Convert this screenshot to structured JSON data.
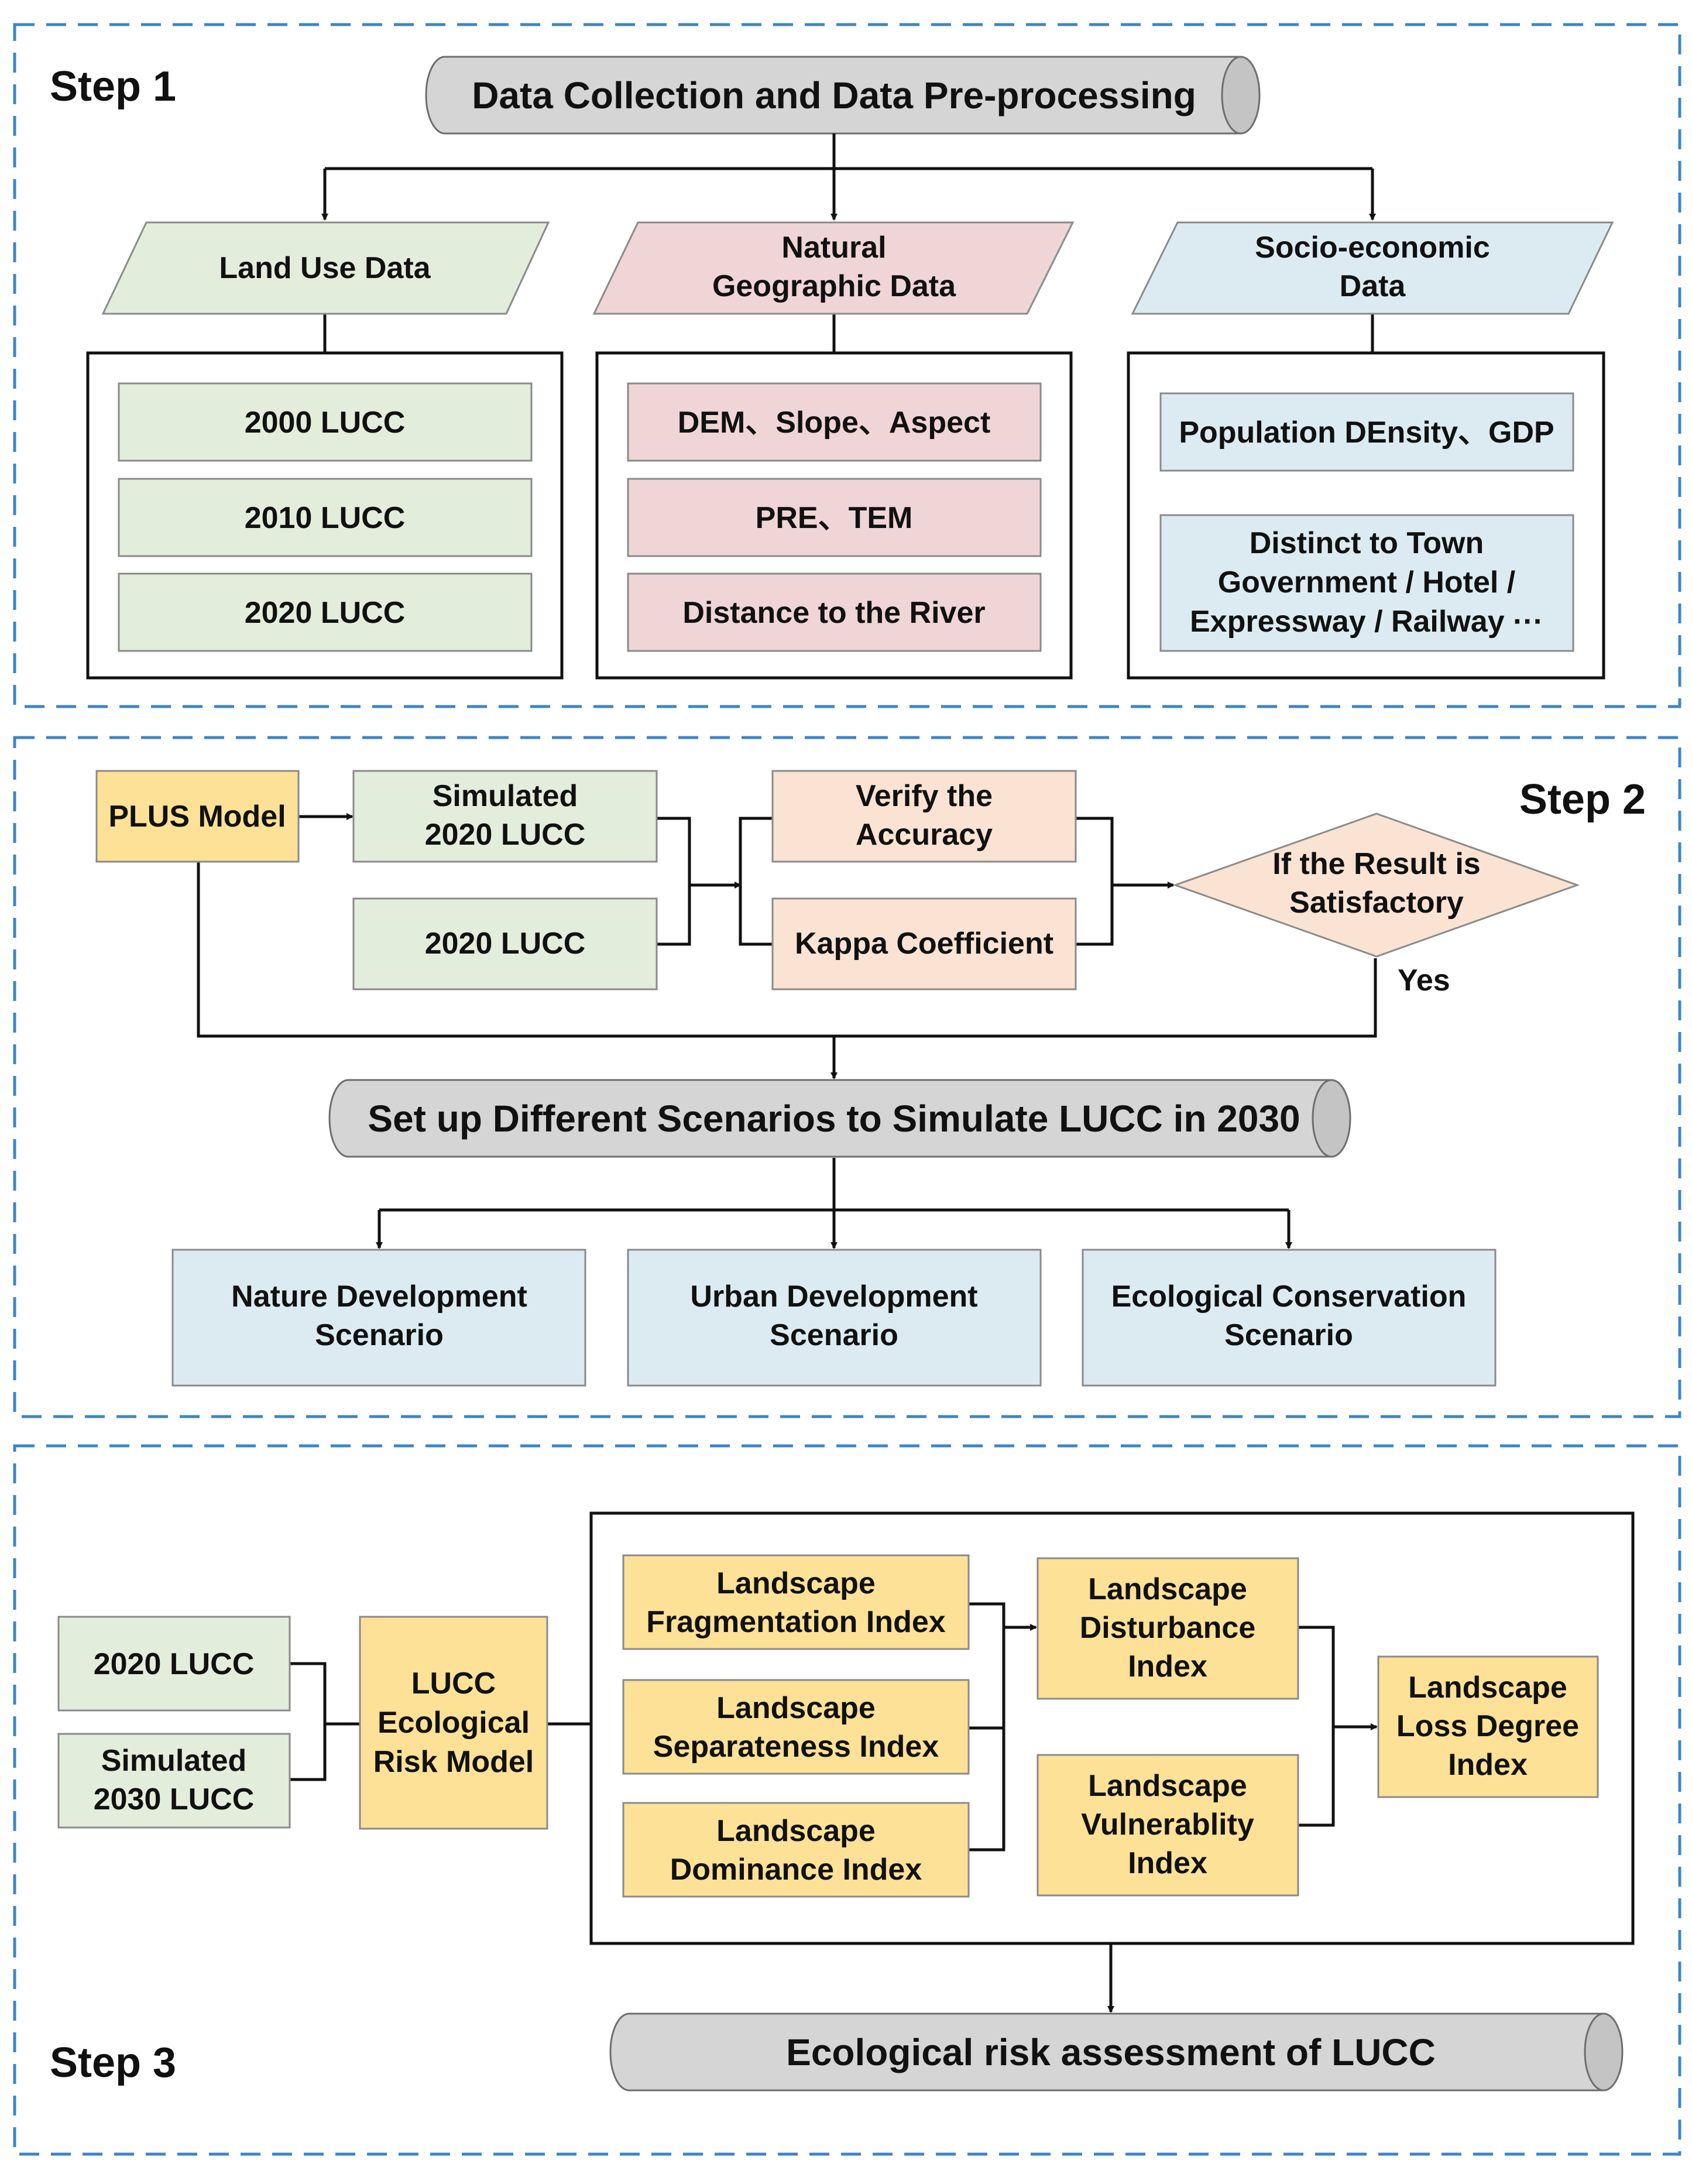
{
  "colors": {
    "section_border": "#3d85c8",
    "green_fill": "#e3eddb",
    "pink_fill": "#efd5d5",
    "blue_fill": "#dcebf2",
    "peach_fill": "#fae3d3",
    "gold_fill": "#fce196",
    "banner_fill": "#d5d5d5"
  },
  "step1": {
    "label": "Step 1",
    "banner": "Data Collection and Data Pre-processing",
    "categories": [
      {
        "title_lines": [
          "Land Use Data"
        ],
        "items": [
          [
            "2000 LUCC"
          ],
          [
            "2010 LUCC"
          ],
          [
            "2020 LUCC"
          ]
        ]
      },
      {
        "title_lines": [
          "Natural",
          "Geographic Data"
        ],
        "items": [
          [
            "DEM、Slope、Aspect"
          ],
          [
            "PRE、TEM"
          ],
          [
            "Distance to the River"
          ]
        ]
      },
      {
        "title_lines": [
          "Socio-economic",
          "Data"
        ],
        "items": [
          [
            "Population DEnsity、GDP"
          ],
          [
            "Distinct to Town",
            "Government / Hotel /",
            "Expressway /  Railway ···"
          ]
        ]
      }
    ]
  },
  "step2": {
    "label": "Step 2",
    "plus_model": "PLUS Model",
    "simulated_2020": [
      "Simulated",
      "2020 LUCC"
    ],
    "lucc_2020": "2020 LUCC",
    "verify": [
      "Verify the",
      "Accuracy"
    ],
    "kappa": "Kappa Coefficient",
    "decision": [
      "If the Result is",
      "Satisfactory"
    ],
    "yes_label": "Yes",
    "banner": "Set up Different Scenarios to Simulate LUCC in 2030",
    "scenarios": [
      [
        "Nature Development",
        "Scenario"
      ],
      [
        "Urban Development",
        "Scenario"
      ],
      [
        "Ecological Conservation",
        "Scenario"
      ]
    ]
  },
  "step3": {
    "label": "Step 3",
    "lucc_2020": "2020 LUCC",
    "simulated_2030": [
      "Simulated",
      "2030 LUCC"
    ],
    "risk_model": [
      "LUCC",
      "Ecological",
      "Risk Model"
    ],
    "indices": [
      [
        "Landscape",
        "Fragmentation Index"
      ],
      [
        "Landscape",
        "Separateness Index"
      ],
      [
        "Landscape",
        "Dominance Index"
      ]
    ],
    "disturbance": [
      "Landscape",
      "Disturbance",
      "Index"
    ],
    "vulnerability": [
      "Landscape",
      "Vulnerablity",
      "Index"
    ],
    "loss_degree": [
      "Landscape",
      "Loss Degree",
      "Index"
    ],
    "banner": "Ecological risk assessment of LUCC"
  }
}
